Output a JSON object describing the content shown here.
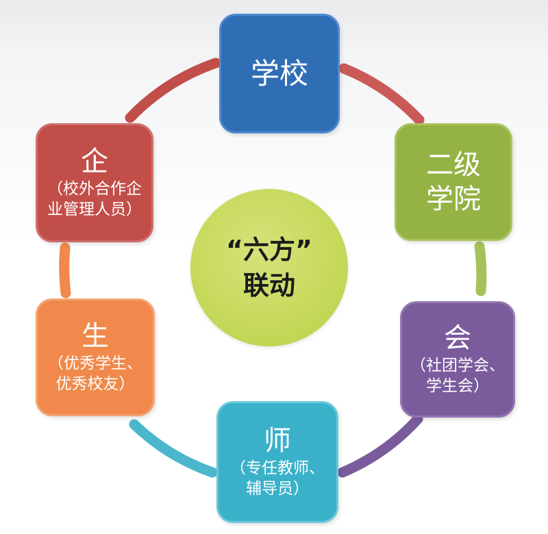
{
  "center": {
    "line1": "“六方”",
    "line2": "联动"
  },
  "nodes": {
    "school": {
      "title": "学校"
    },
    "college": {
      "title": "二级\n学院"
    },
    "club": {
      "title": "会",
      "desc": "（社团学会、\n学生会）"
    },
    "teacher": {
      "title": "师",
      "desc": "（专任教师、\n辅导员）"
    },
    "student": {
      "title": "生",
      "desc": "（优秀学生、\n优秀校友）"
    },
    "enterprise": {
      "title": "企",
      "desc": "（校外合作企\n业管理人员）"
    }
  },
  "colors": {
    "school": "#2f6eb5",
    "college": "#95b245",
    "club": "#7a5b9c",
    "teacher": "#3ab1c9",
    "student": "#f0894b",
    "enterprise": "#c24e4a",
    "center": "#c6d85a"
  }
}
